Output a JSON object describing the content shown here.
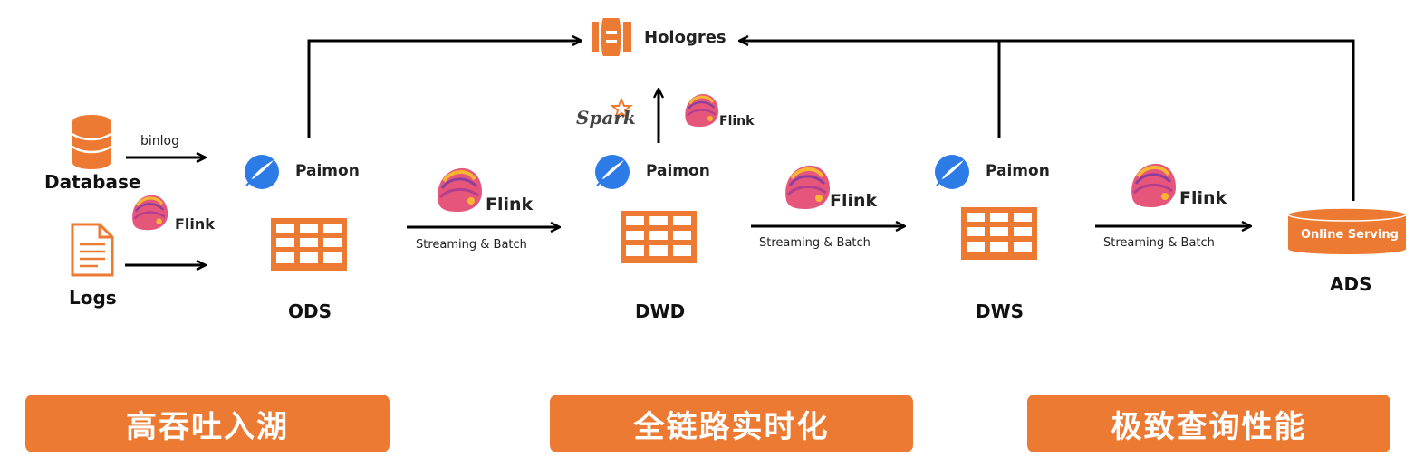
{
  "colors": {
    "accent": "#EC7A33",
    "paimon": "#2D7BE6",
    "line": "#000000"
  },
  "hologres": {
    "label": "Hologres",
    "icon": "hologres-icon"
  },
  "sources": {
    "database": {
      "label": "Database",
      "icon": "database-icon"
    },
    "logs": {
      "label": "Logs",
      "icon": "document-icon"
    },
    "binlog": "binlog",
    "flink": "Flink"
  },
  "layers": [
    {
      "id": "ods",
      "name": "ODS",
      "table": "Paimon"
    },
    {
      "id": "dwd",
      "name": "DWD",
      "table": "Paimon"
    },
    {
      "id": "dws",
      "name": "DWS",
      "table": "Paimon"
    },
    {
      "id": "ads",
      "name": "ADS",
      "table": "Online Serving"
    }
  ],
  "edges": [
    {
      "engine": "Flink",
      "mode": "Streaming & Batch"
    },
    {
      "engine": "Flink",
      "mode": "Streaming & Batch"
    },
    {
      "engine": "Flink",
      "mode": "Streaming & Batch"
    }
  ],
  "dwd_to_hologres": {
    "engines": [
      "Spark",
      "Flink"
    ]
  },
  "banners": [
    "高吞吐入湖",
    "全链路实时化",
    "极致查询性能"
  ]
}
